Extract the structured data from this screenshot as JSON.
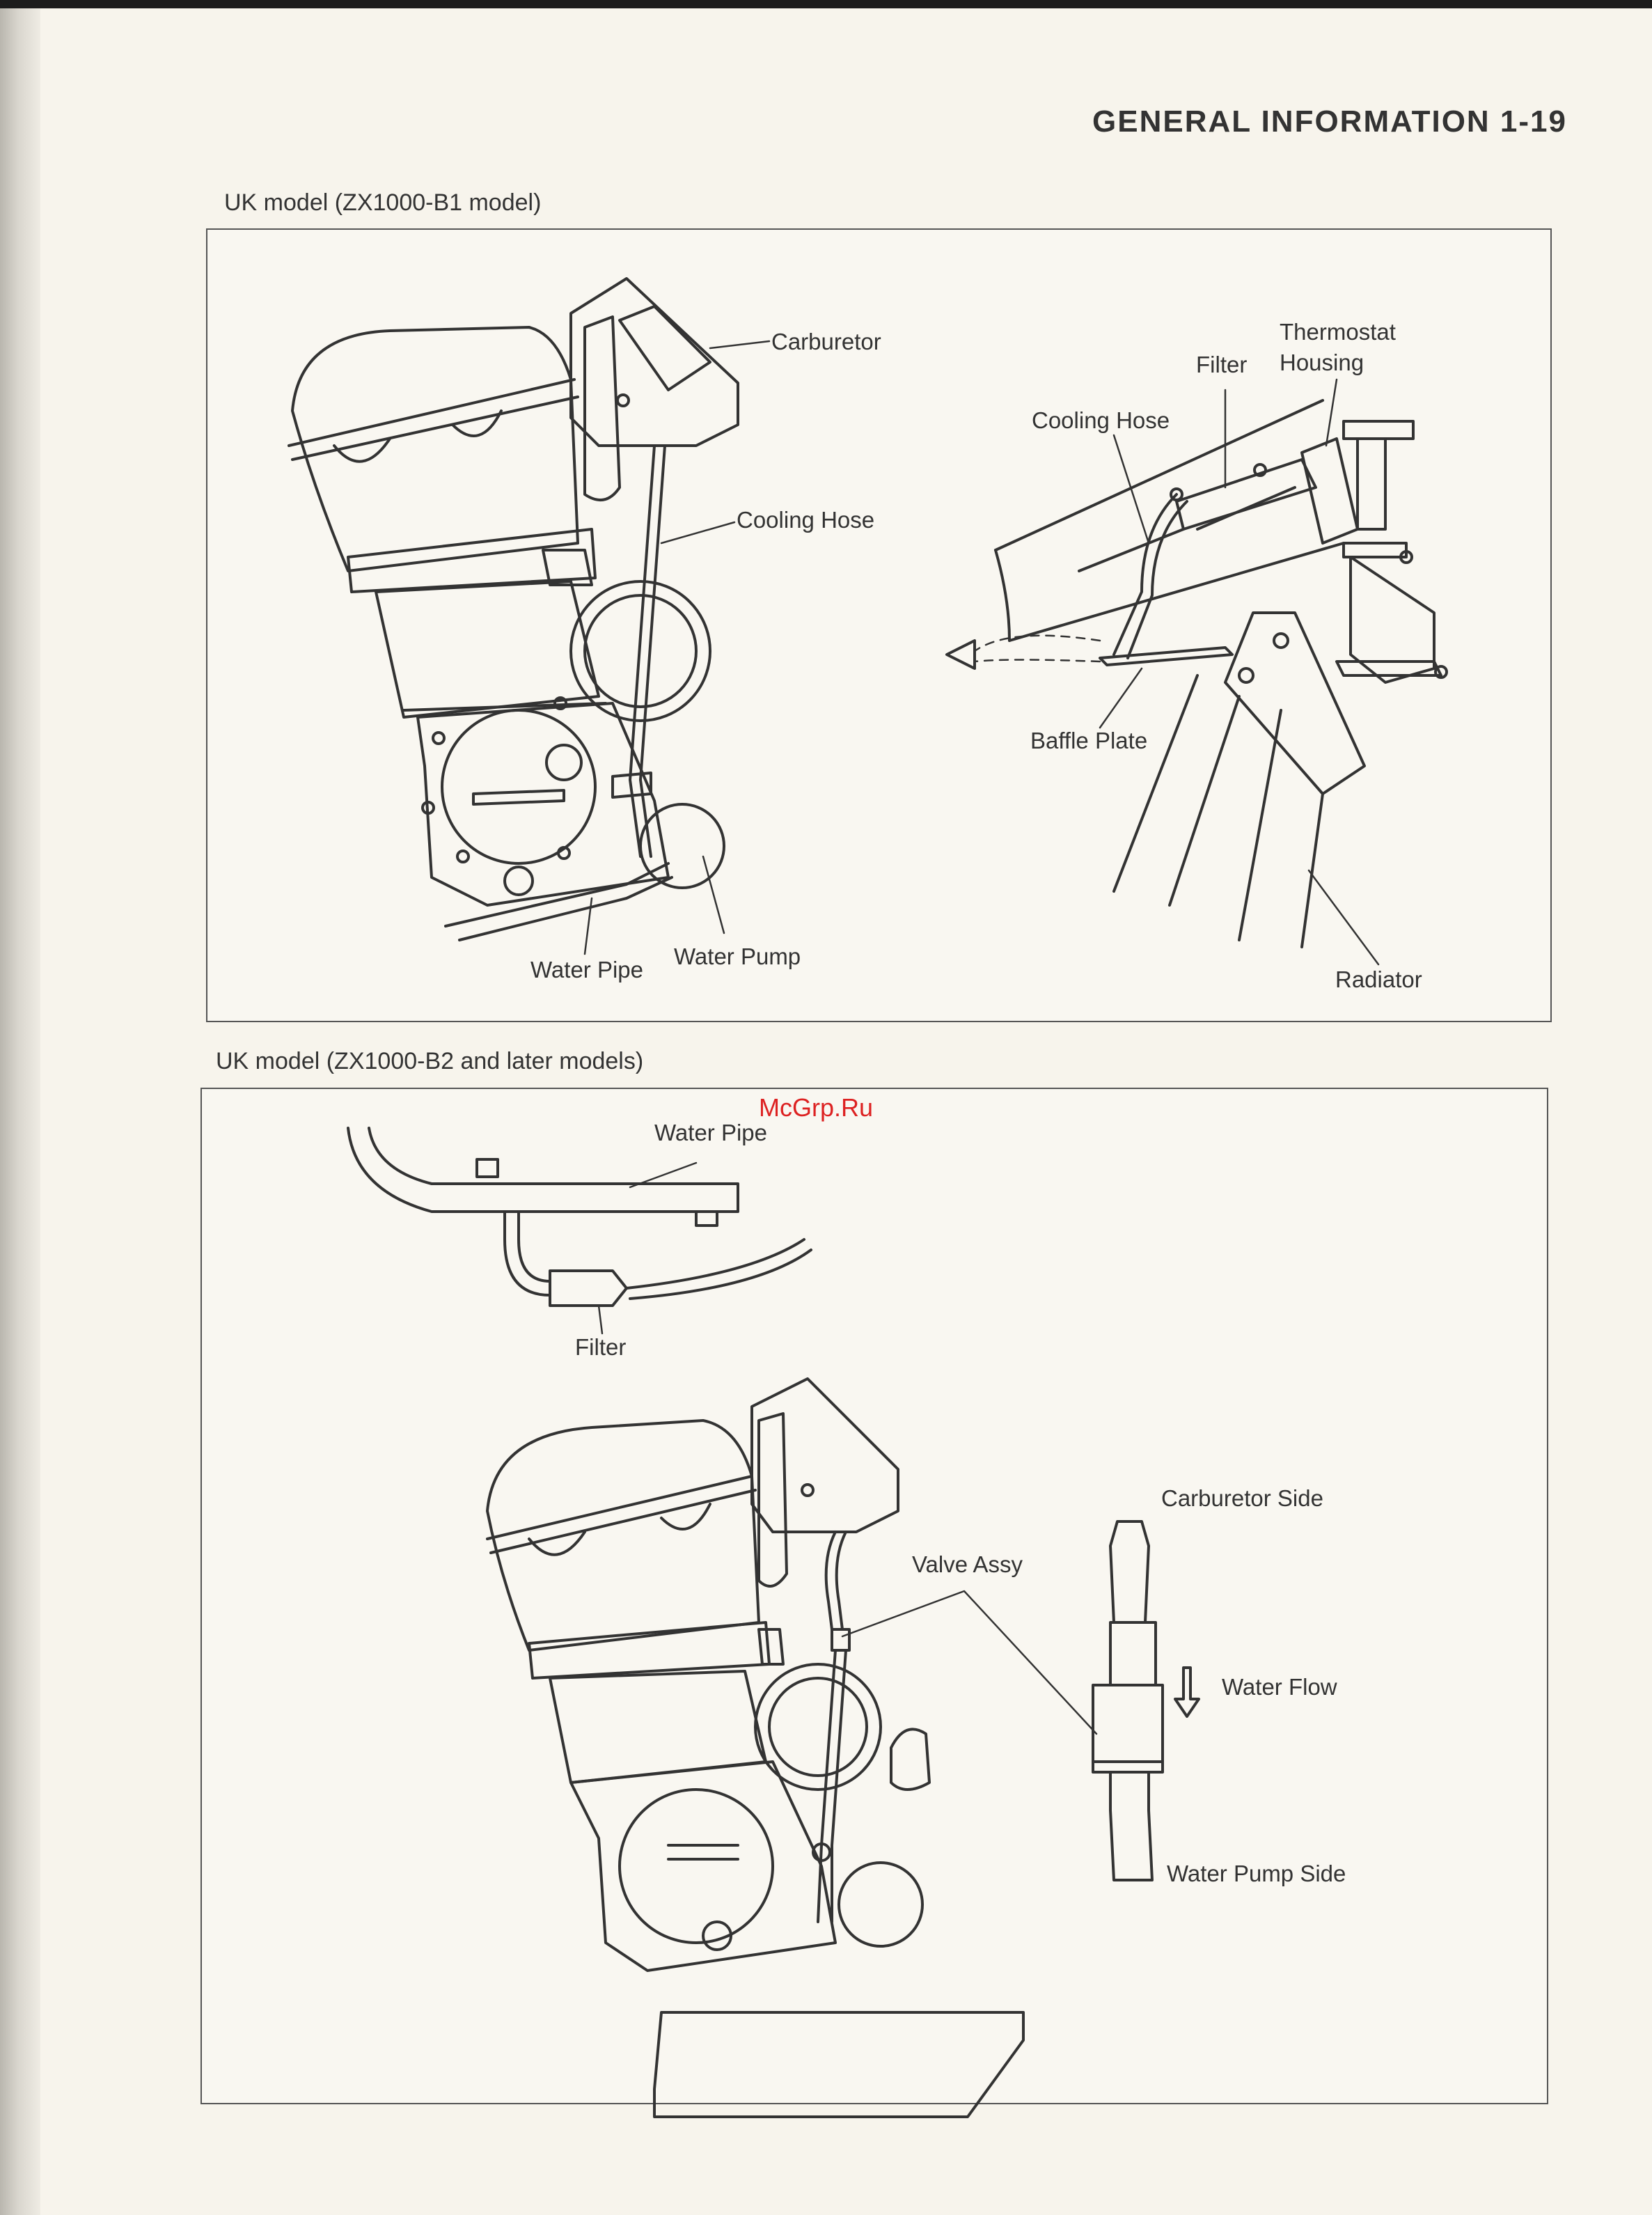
{
  "header": "GENERAL INFORMATION 1-19",
  "section1": {
    "title": "UK model (ZX1000-B1 model)",
    "labels": {
      "carburetor": "Carburetor",
      "cooling_hose_left": "Cooling Hose",
      "water_pipe": "Water Pipe",
      "water_pump": "Water Pump",
      "thermostat_housing": "Thermostat\nHousing",
      "filter": "Filter",
      "cooling_hose_right": "Cooling Hose",
      "baffle_plate": "Baffle Plate",
      "radiator": "Radiator"
    }
  },
  "section2": {
    "title": "UK model (ZX1000-B2 and later models)",
    "labels": {
      "water_pipe": "Water Pipe",
      "filter": "Filter",
      "valve_assy": "Valve Assy",
      "carburetor_side": "Carburetor Side",
      "water_flow": "Water Flow",
      "water_pump_side": "Water Pump Side"
    }
  },
  "watermark": "McGrp.Ru"
}
